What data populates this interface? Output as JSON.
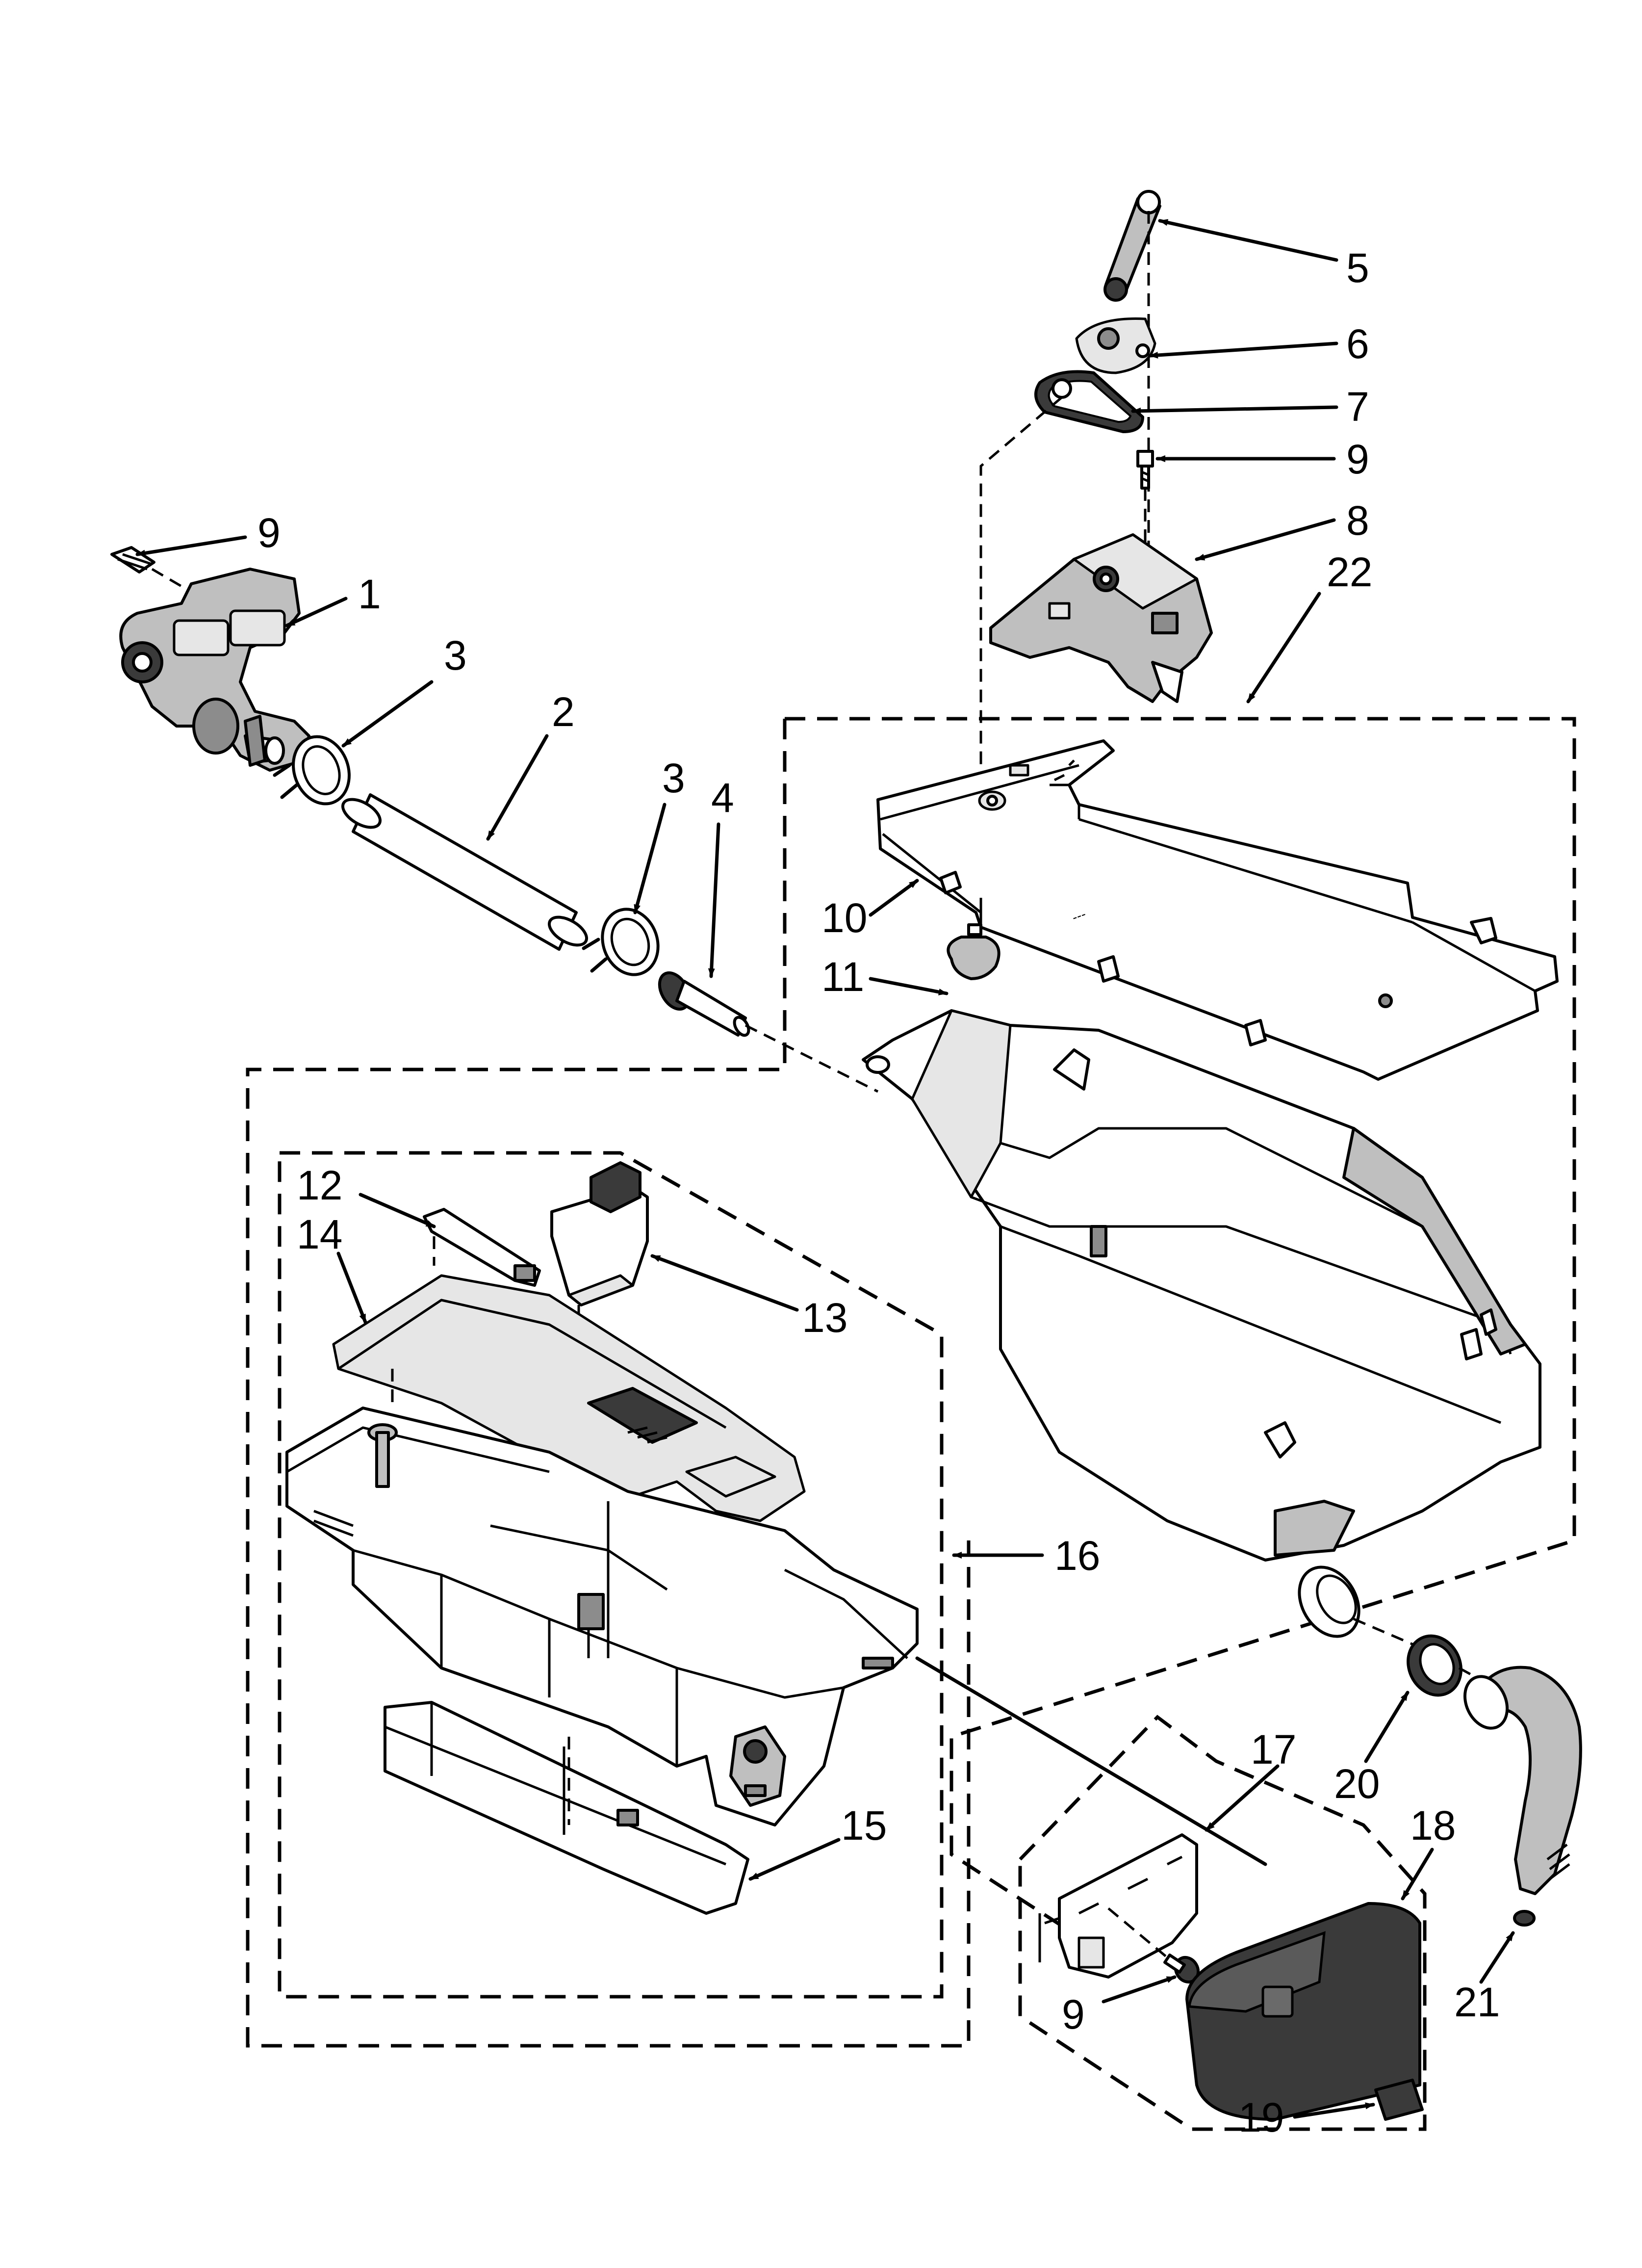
{
  "callouts": [
    {
      "id": "c5",
      "text": "5"
    },
    {
      "id": "c6",
      "text": "6"
    },
    {
      "id": "c7",
      "text": "7"
    },
    {
      "id": "c9a",
      "text": "9"
    },
    {
      "id": "c8",
      "text": "8"
    },
    {
      "id": "c22",
      "text": "22"
    },
    {
      "id": "c9b",
      "text": "9"
    },
    {
      "id": "c1",
      "text": "1"
    },
    {
      "id": "c3a",
      "text": "3"
    },
    {
      "id": "c2",
      "text": "2"
    },
    {
      "id": "c3b",
      "text": "3"
    },
    {
      "id": "c4",
      "text": "4"
    },
    {
      "id": "c10",
      "text": "10"
    },
    {
      "id": "c11",
      "text": "11"
    },
    {
      "id": "c12",
      "text": "12"
    },
    {
      "id": "c14",
      "text": "14"
    },
    {
      "id": "c13",
      "text": "13"
    },
    {
      "id": "c16",
      "text": "16"
    },
    {
      "id": "c17",
      "text": "17"
    },
    {
      "id": "c20",
      "text": "20"
    },
    {
      "id": "c18",
      "text": "18"
    },
    {
      "id": "c15",
      "text": "15"
    },
    {
      "id": "c21",
      "text": "21"
    },
    {
      "id": "c9c",
      "text": "9"
    },
    {
      "id": "c19",
      "text": "19"
    }
  ]
}
